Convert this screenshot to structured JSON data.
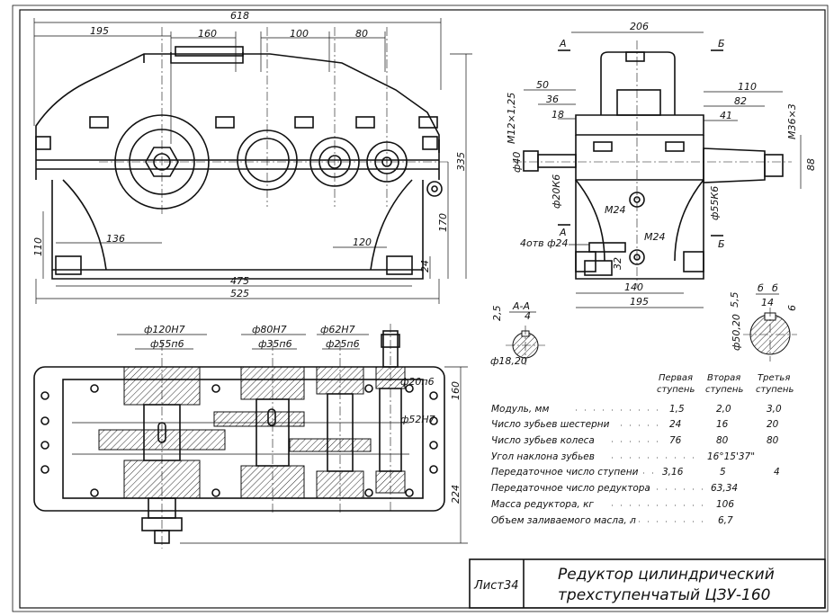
{
  "sheet_label": "Лист34",
  "title_line1": "Редуктор   цилиндрический",
  "title_line2": "трехступенчатый  ЦЗУ-160",
  "section_label": "А-А",
  "view_label_b": "б",
  "front_dims": {
    "overall": "618",
    "d195": "195",
    "d160": "160",
    "d100": "100",
    "d80": "80",
    "h335": "335",
    "h170": "170",
    "h110": "110",
    "d136": "136",
    "d120": "120",
    "h24": "24",
    "d475": "475",
    "d525": "525"
  },
  "side_dims": {
    "d206": "206",
    "d50": "50",
    "d36": "36",
    "d18": "18",
    "d110": "110",
    "d82": "82",
    "d41": "41",
    "thread_left": "М12×1,25",
    "thread_right": "М36×3",
    "phi40": "ф40",
    "phi20k6": "ф20К6",
    "phi55k6": "ф55К6",
    "h88": "88",
    "m24a": "М24",
    "m24b": "М24",
    "holes": "4отв ф24",
    "h32": "32",
    "d140": "140",
    "d195": "195",
    "cut_a": "А",
    "cut_b": "Б"
  },
  "section_dims": {
    "d25": "2,5",
    "d4": "4",
    "phi1820": "ф18,20",
    "d55": "5,5",
    "d14": "14",
    "d6": "6",
    "phi5020": "ф50,20"
  },
  "plan_dims": {
    "phi120h7": "ф120Н7",
    "phi55n6": "ф55п6",
    "phi80h7": "ф80Н7",
    "phi35n6": "ф35п6",
    "phi62h7": "ф62Н7",
    "phi25n6": "ф25п6",
    "phi20n6": "ф20п6",
    "phi52h7": "ф52Н7",
    "h160": "160",
    "h224": "224"
  },
  "spec_table": {
    "headers": [
      [
        "Первая",
        "ступень"
      ],
      [
        "Вторая",
        "ступень"
      ],
      [
        "Третья",
        "ступень"
      ]
    ],
    "rows": [
      {
        "label": "Модуль, мм",
        "v1": "1,5",
        "v2": "2,0",
        "v3": "3,0"
      },
      {
        "label": "Число зубьев шестерни",
        "v1": "24",
        "v2": "16",
        "v3": "20"
      },
      {
        "label": "Число зубьев колеса",
        "v1": "76",
        "v2": "80",
        "v3": "80"
      },
      {
        "label": "Угол наклона зубьев",
        "v1": "",
        "v2": "16°15'37\"",
        "v3": ""
      },
      {
        "label": "Передаточное число ступени",
        "v1": "3,16",
        "v2": "5",
        "v3": "4"
      },
      {
        "label": "Передаточное число редуктора",
        "v1": "",
        "v2": "63,34",
        "v3": ""
      },
      {
        "label": "Масса редуктора, кг",
        "v1": "",
        "v2": "106",
        "v3": ""
      },
      {
        "label": "Объем заливаемого масла, л",
        "v1": "",
        "v2": "6,7",
        "v3": ""
      }
    ]
  }
}
